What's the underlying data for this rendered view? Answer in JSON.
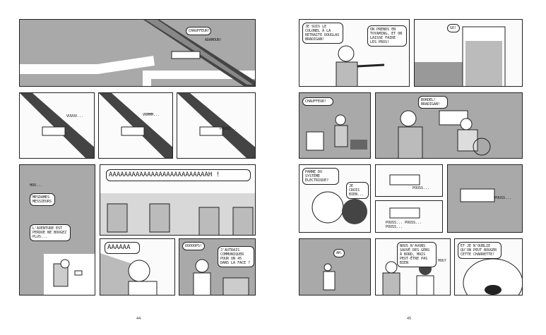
{
  "left_page": {
    "page_number": "44",
    "p1": {
      "sign_text": "CHAUFFEUR!",
      "sub_text": "ADAMOUR!"
    },
    "p2": {
      "sfx": "VUVUV..."
    },
    "p3": {
      "sfx": "VRMMM..."
    },
    "p4": {
      "sfx": "POUSS..."
    },
    "p5": {
      "t1": "HOU...",
      "t2": "MESDAMES MESSIEURS",
      "t3": "L'AVENTURE EST PERDUE NE BOUGEZ PLUS..."
    },
    "p6": {
      "scream": "AAAAAAAAAAAAAAAAAAAAAAAAAAH !"
    },
    "p7": {
      "scream": "AAAAAA"
    },
    "p8": {
      "t1": "OOOOOPS!",
      "t2": "J'AUTRAIS COMMUNIQUER POUR UN 45 DANS LA FACE ?"
    }
  },
  "right_page": {
    "page_number": "45",
    "p1": {
      "t1": "JE SUIS LE COLONEL À LA RETRAITE DOUGLAS BRADIGAN!",
      "t2": "ON PRENDS EN TOYAMING, ET ON LAISSE FAIRE LES PROS!"
    },
    "p2": {
      "t1": "GO!"
    },
    "p3": {
      "t1": "CHAUFFEUR!"
    },
    "p4": {
      "t1": "BORDEL! BRADIGAN!"
    },
    "p5": {
      "t1": "PANNE DU SYSTÈME ÉLECTRIQUE?",
      "t2": "JE CROIS BIEN..."
    },
    "p6": {
      "sfx": "POUSS..."
    },
    "p7": {
      "sfx": "POUSS... POUSS... POUSS..."
    },
    "p8": {
      "sfx": "POUSS..."
    },
    "p9": {
      "t1": "AH."
    },
    "p10": {
      "t1": "NOUS N'AVONS SAUVÉ DES GENS À BORD, MAIS PEUT-ÊTRE PAS BIEN",
      "t2": "HOU?"
    },
    "p11": {
      "t1": "ET JE N'OUBLIE QU'ON PEUT BOUGER CETTE CHARRETTE!"
    }
  }
}
